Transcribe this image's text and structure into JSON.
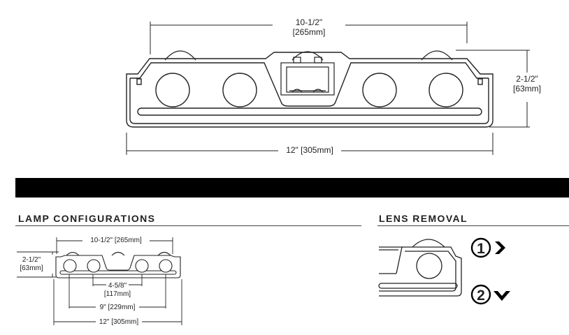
{
  "top_diagram": {
    "width_top": "10-1/2\"",
    "width_top_mm": "[265mm]",
    "height": "2-1/2\"",
    "height_mm": "[63mm]",
    "width_bottom": "12\" [305mm]"
  },
  "lamp_configurations": {
    "title": "LAMP CONFIGURATIONS",
    "width_top": "10-1/2\" [265mm]",
    "height": "2-1/2\"",
    "height_mm": "[63mm]",
    "spacing_inner": "4-5/8\"",
    "spacing_inner_mm": "[117mm]",
    "spacing_middle": "9\" [229mm]",
    "width_bottom": "12\" [305mm]"
  },
  "lens_removal": {
    "title": "LENS REMOVAL",
    "step1": "1",
    "step2": "2"
  }
}
